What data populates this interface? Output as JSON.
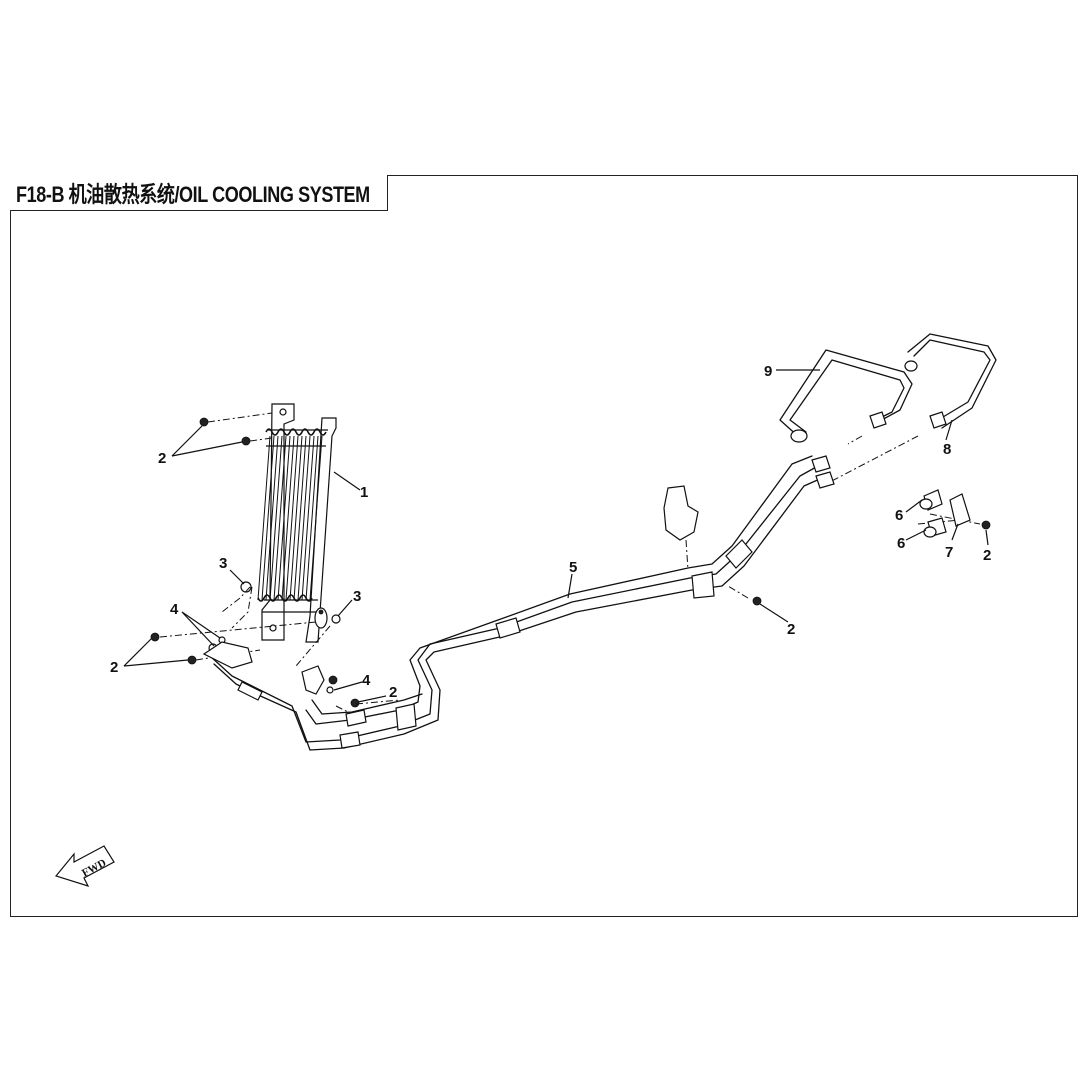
{
  "title": "F18-B 机油散热系统/OIL COOLING SYSTEM",
  "fwd_label": "FWD",
  "callouts": [
    {
      "id": "c1",
      "label": "1"
    },
    {
      "id": "c2a",
      "label": "2"
    },
    {
      "id": "c2b",
      "label": "2"
    },
    {
      "id": "c2c",
      "label": "2"
    },
    {
      "id": "c2d",
      "label": "2"
    },
    {
      "id": "c2e",
      "label": "2"
    },
    {
      "id": "c3a",
      "label": "3"
    },
    {
      "id": "c3b",
      "label": "3"
    },
    {
      "id": "c4a",
      "label": "4"
    },
    {
      "id": "c4b",
      "label": "4"
    },
    {
      "id": "c5",
      "label": "5"
    },
    {
      "id": "c6a",
      "label": "6"
    },
    {
      "id": "c6b",
      "label": "6"
    },
    {
      "id": "c7",
      "label": "7"
    },
    {
      "id": "c8",
      "label": "8"
    },
    {
      "id": "c9",
      "label": "9"
    }
  ]
}
